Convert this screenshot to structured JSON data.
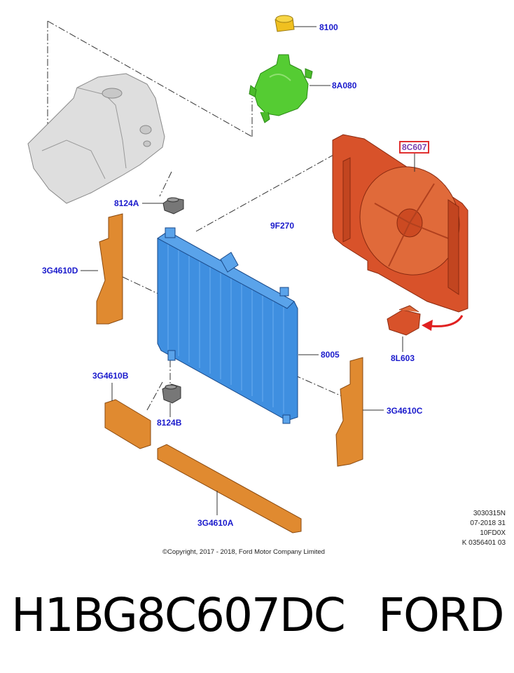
{
  "colors": {
    "callout_text": "#1a1acc",
    "highlight_border": "#e03030",
    "radiator": "#3f8fe0",
    "fan_shroud": "#d8522a",
    "reservoir": "#55cc33",
    "cap": "#f0c020",
    "foam_seal": "#e08a30",
    "bracket": "#dcdcdc",
    "arrow": "#e02020"
  },
  "callouts": {
    "c8100": "8100",
    "c8A080": "8A080",
    "c8C607": "8C607",
    "c8124A": "8124A",
    "c9F270": "9F270",
    "c3G4610D": "3G4610D",
    "c8005": "8005",
    "c8L603": "8L603",
    "c3G4610B": "3G4610B",
    "c3G4610C": "3G4610C",
    "c8124B": "8124B",
    "c3G4610A": "3G4610A"
  },
  "meta": {
    "line1": "3030315N",
    "line2": "07-2018 31",
    "line3": "10FD0X",
    "line4": "K 0356401 03"
  },
  "copyright": "©Copyright, 2017 - 2018, Ford Motor Company Limited",
  "footer": {
    "part_number": "H1BG8C607DC",
    "brand": "FORD"
  }
}
